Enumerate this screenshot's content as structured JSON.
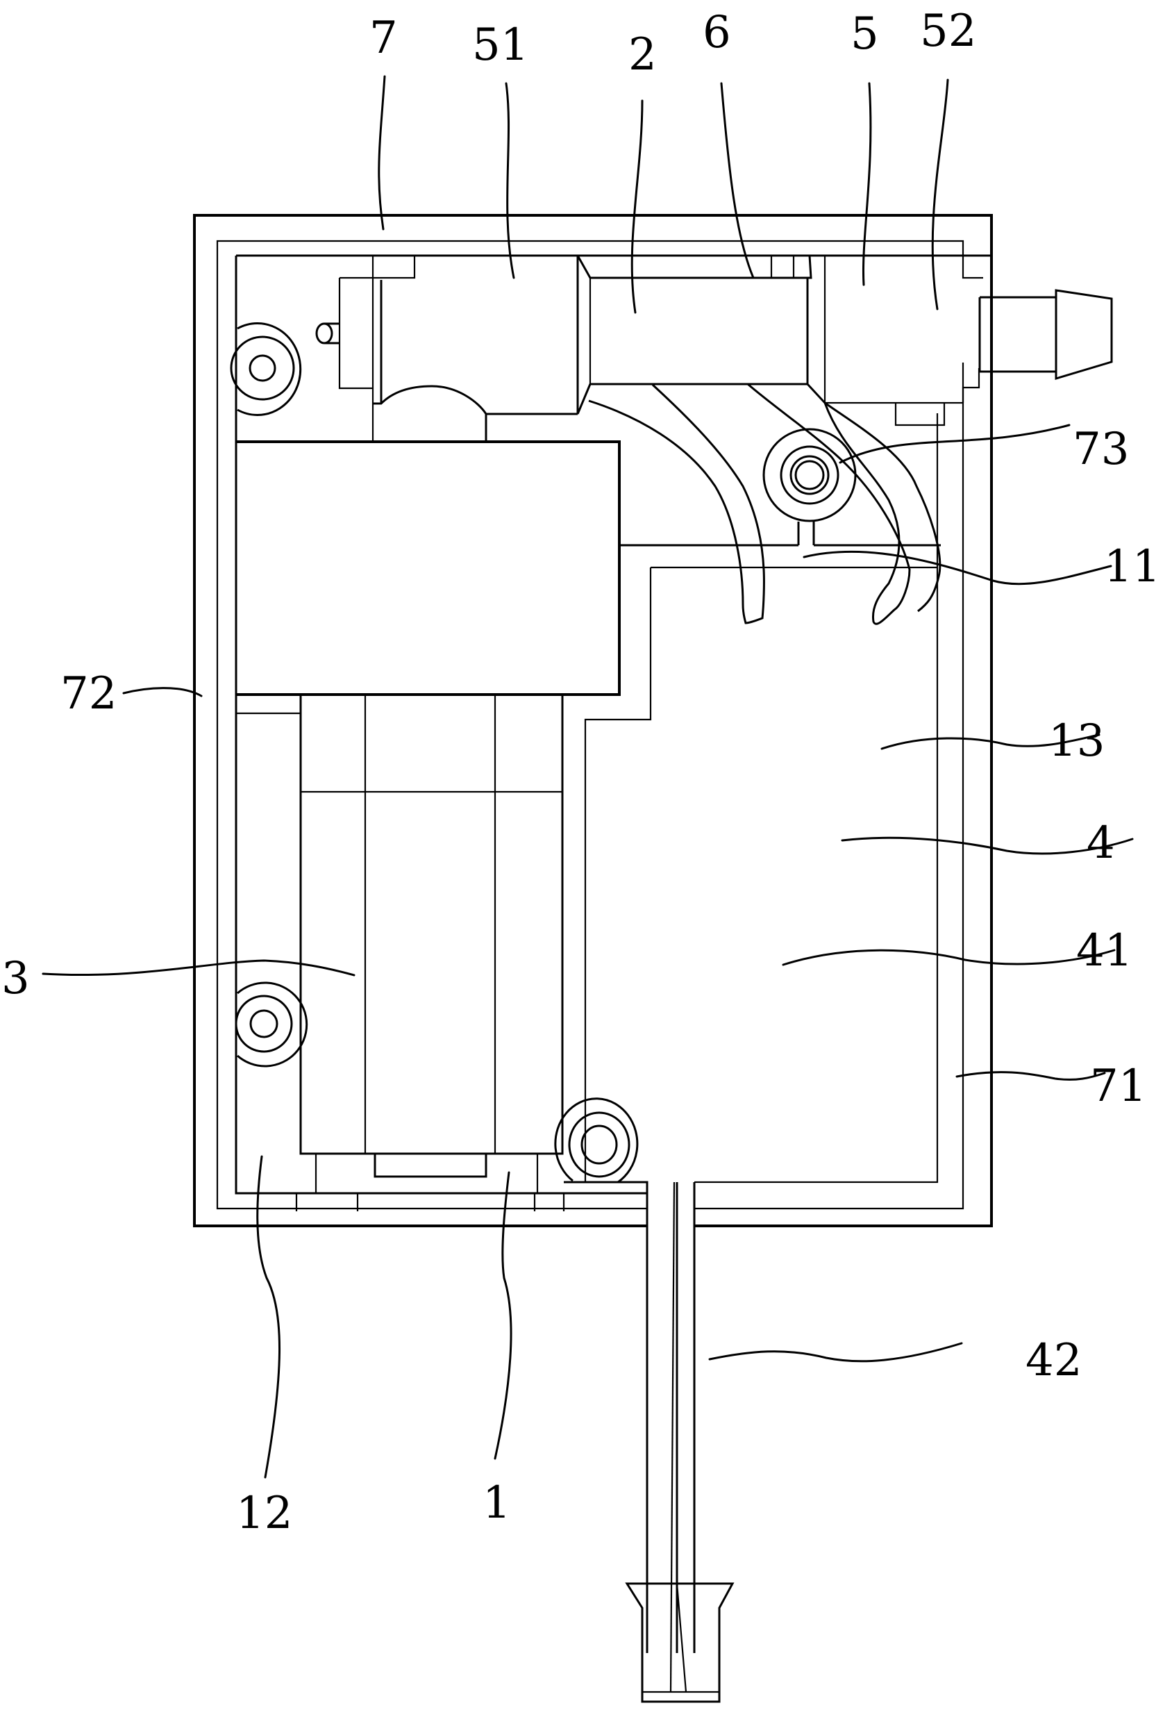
{
  "figure": {
    "type": "patent-mechanical-drawing",
    "background": "#ffffff",
    "ink": "#000000",
    "callouts": [
      {
        "id": "c7",
        "text": "7",
        "refers_to": "outer-housing"
      },
      {
        "id": "c51",
        "text": "51",
        "refers_to": "valve-left-block"
      },
      {
        "id": "c2",
        "text": "2",
        "refers_to": "pump-body"
      },
      {
        "id": "c6",
        "text": "6",
        "refers_to": "pump-top-strip"
      },
      {
        "id": "c5",
        "text": "5",
        "refers_to": "valve-block"
      },
      {
        "id": "c52",
        "text": "52",
        "refers_to": "valve-right-block"
      },
      {
        "id": "c73",
        "text": "73",
        "refers_to": "pivot-roller"
      },
      {
        "id": "c11",
        "text": "11",
        "refers_to": "partition-plate"
      },
      {
        "id": "c72",
        "text": "72",
        "refers_to": "left-side-wall"
      },
      {
        "id": "c13",
        "text": "13",
        "refers_to": "right-chamber"
      },
      {
        "id": "c4",
        "text": "4",
        "refers_to": "reservoir"
      },
      {
        "id": "c41",
        "text": "41",
        "refers_to": "reservoir-cavity"
      },
      {
        "id": "c3",
        "text": "3",
        "refers_to": "motor"
      },
      {
        "id": "c71",
        "text": "71",
        "refers_to": "right-side-wall"
      },
      {
        "id": "c42",
        "text": "42",
        "refers_to": "outlet-tube"
      },
      {
        "id": "c12",
        "text": "12",
        "refers_to": "left-chamber"
      },
      {
        "id": "c1",
        "text": "1",
        "refers_to": "base-frame"
      }
    ]
  }
}
